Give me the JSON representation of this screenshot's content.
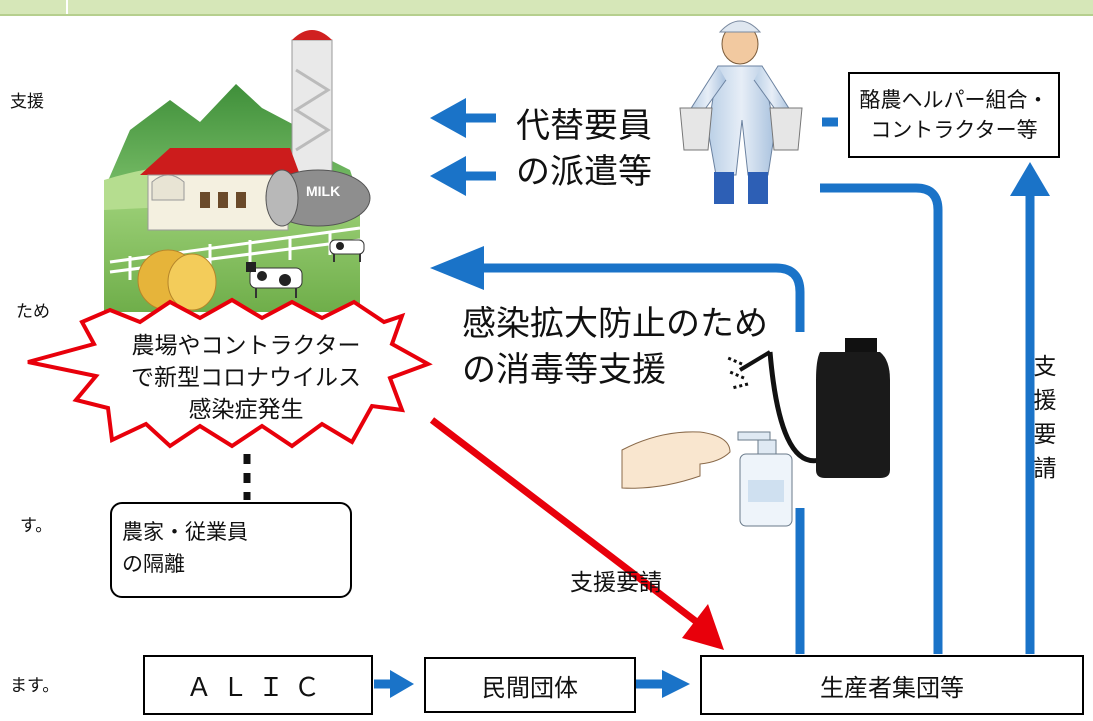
{
  "left_fragments": [
    "支援",
    "ため",
    "す。",
    "ます。"
  ],
  "nodes": {
    "alic": "ＡＬＩＣ",
    "private_org": "民間団体",
    "producer_group": "生産者集団等",
    "helper_union_line1": "酪農ヘルパー組合・",
    "helper_union_line2": "コントラクター等"
  },
  "labels": {
    "substitute_line1": "代替要員",
    "substitute_line2": "の派遣等",
    "disinfect_line1": "感染拡大防止のため",
    "disinfect_line2": "の消毒等支援",
    "support_request_red": "支援要請",
    "support_request_vertical": "支援要請"
  },
  "outbreak": {
    "line1": "農場やコントラクター",
    "line2": "で新型コロナウイルス",
    "line3": "感染症発生"
  },
  "isolation": {
    "line1": "農家・従業員",
    "line2": "の隔離"
  },
  "farm_sign": "MILK",
  "colors": {
    "blue": "#1a73c8",
    "red": "#e8000b",
    "topbar": "#d6e7b8"
  }
}
